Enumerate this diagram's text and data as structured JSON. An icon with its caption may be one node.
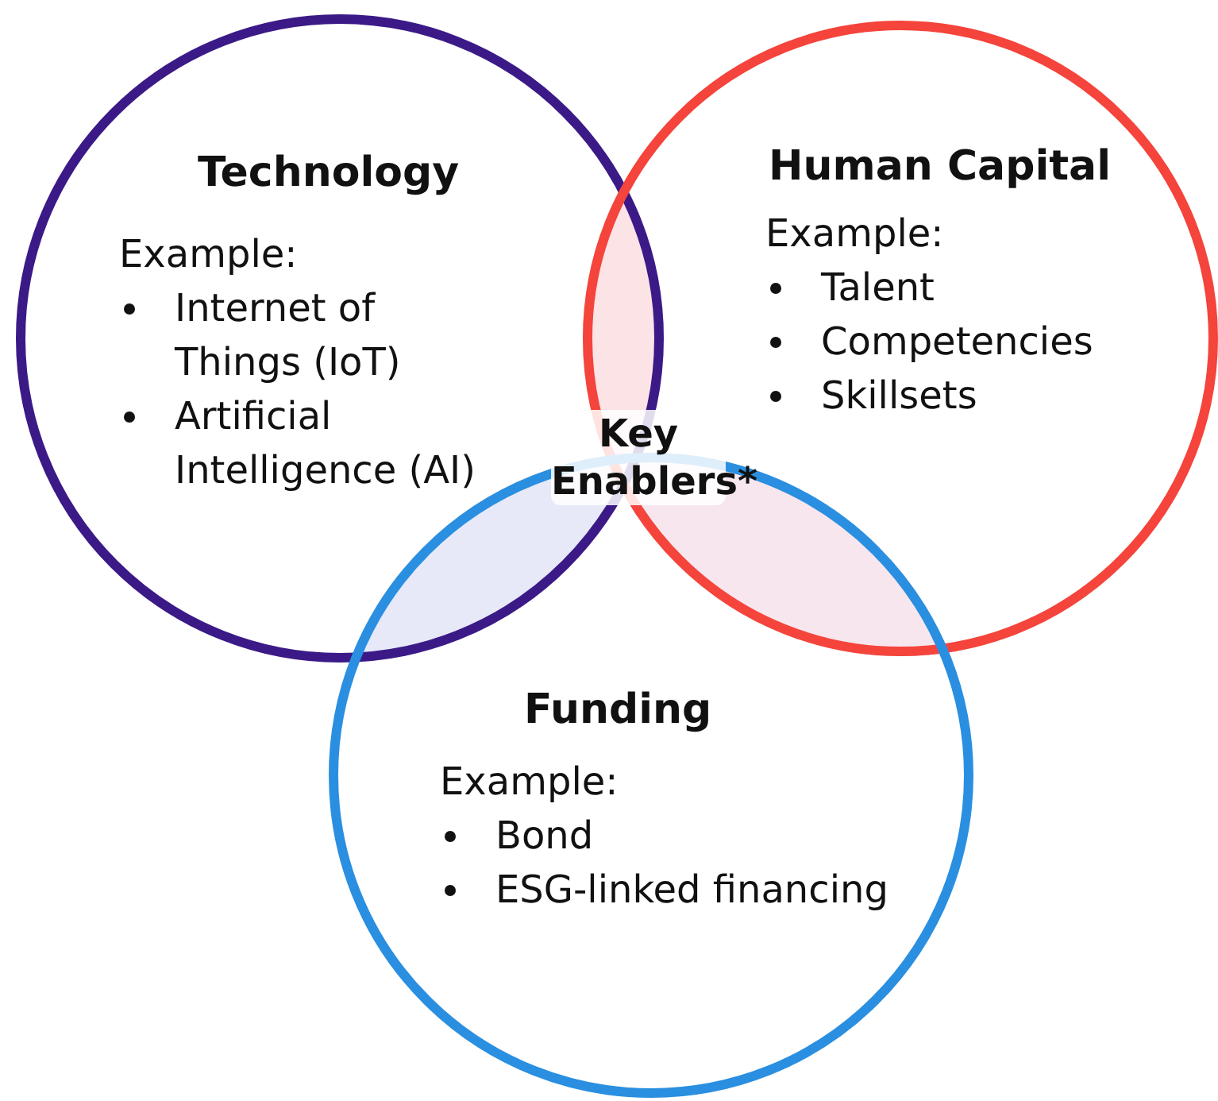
{
  "diagram": {
    "nodes": [
      {
        "text": [
          "Technology",
          "Example:",
          "Internet of Things (IoT)",
          "Artificial Intelligence (AI)"
        ]
      },
      {
        "text": [
          "Human Capital",
          "Example:",
          "Talent",
          "Competencies",
          "Skillsets"
        ]
      },
      {
        "text": [
          "Funding",
          "Example:",
          "Bond",
          "ESG-linked financing"
        ]
      }
    ],
    "edges": [],
    "labels": [
      "Key Enablers*"
    ]
  }
}
